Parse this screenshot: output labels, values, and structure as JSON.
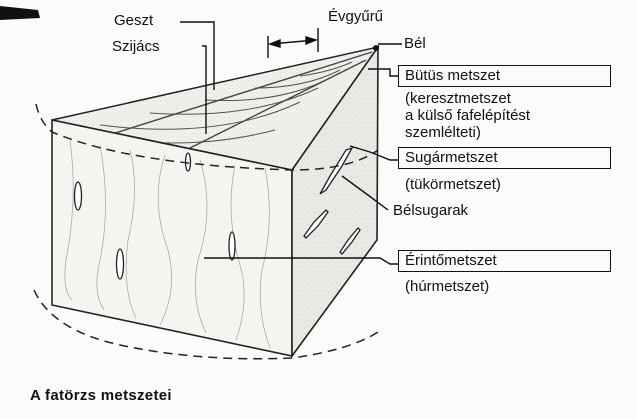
{
  "labels": {
    "geszt": "Geszt",
    "szijacs": "Szijács",
    "evgyuru": "Évgyűrű",
    "bel": "Bél",
    "butus": "Bütüs metszet",
    "butus_desc_1": "(keresztmetszet",
    "butus_desc_2": "a külső fafelépítést",
    "butus_desc_3": "szemlélteti)",
    "sugar": "Sugármetszet",
    "sugar_desc": "(tükörmetszet)",
    "belsugarak": "Bélsugarak",
    "erinto": "Érintőmetszet",
    "erinto_desc": "(húrmetszet)"
  },
  "caption": "A fatörzs metszetei"
}
